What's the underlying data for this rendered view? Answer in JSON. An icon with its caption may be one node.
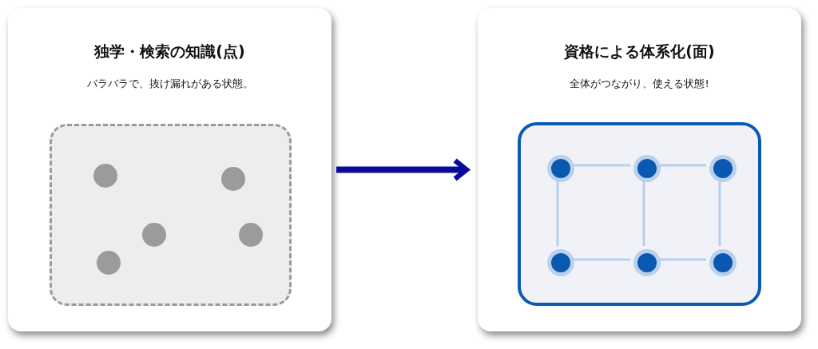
{
  "diagram": {
    "nodes": [
      {
        "text": [
          "独学・検索の知識(点)",
          "バラバラで、抜け漏れがある状態。"
        ]
      },
      {
        "text": [],
        "shape": "box",
        "in": 0
      },
      {
        "text": [],
        "shape": "circle",
        "in": 1
      },
      {
        "text": [],
        "shape": "circle",
        "in": 1
      },
      {
        "text": [],
        "shape": "circle",
        "in": 1
      },
      {
        "text": [],
        "shape": "circle",
        "in": 1
      },
      {
        "text": [],
        "shape": "circle",
        "in": 1
      },
      {
        "text": [
          "資格による体系化(面)",
          "全体がつながり、使える状態!"
        ]
      },
      {
        "text": [],
        "shape": "box",
        "in": 7
      },
      {
        "text": [],
        "shape": "circle",
        "in": 8
      },
      {
        "text": [],
        "shape": "circle",
        "in": 8
      },
      {
        "text": [],
        "shape": "circle",
        "in": 8
      },
      {
        "text": [],
        "shape": "circle",
        "in": 8
      },
      {
        "text": [],
        "shape": "circle",
        "in": 8
      },
      {
        "text": [],
        "shape": "circle",
        "in": 8
      }
    ],
    "edges": [
      {
        "from": 0,
        "to": 7,
        "arrow": "to",
        "style": "thick",
        "color": "#0a0a9c"
      },
      {
        "from": 9,
        "to": 10,
        "arrow": "none"
      },
      {
        "from": 10,
        "to": 11,
        "arrow": "none"
      },
      {
        "from": 12,
        "to": 13,
        "arrow": "none"
      },
      {
        "from": 13,
        "to": 14,
        "arrow": "none"
      },
      {
        "from": 9,
        "to": 12,
        "arrow": "none"
      },
      {
        "from": 10,
        "to": 13,
        "arrow": "none"
      },
      {
        "from": 11,
        "to": 14,
        "arrow": "none"
      }
    ]
  }
}
